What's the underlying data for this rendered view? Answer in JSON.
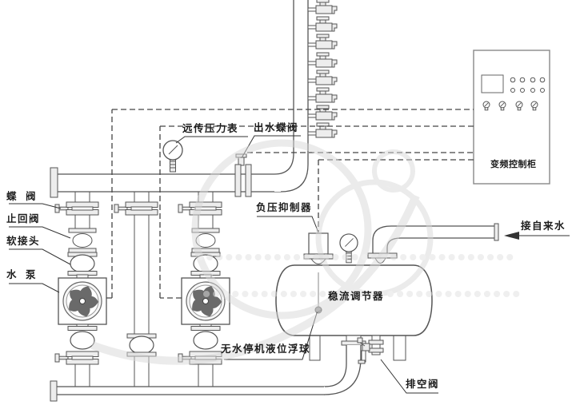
{
  "labels": {
    "remote_pressure_gauge": "远传压力表",
    "outlet_butterfly_valve": "出水蝶阀",
    "butterfly_valve": "蝶  阀",
    "check_valve": "止回阀",
    "soft_joint": "软接头",
    "water_pump": "水  泵",
    "negative_pressure_suppressor": "负压抑制器",
    "vfd_control_cabinet": "变频控制柜",
    "tap_water_inlet": "接自来水",
    "flow_stabilizer": "稳流调节器",
    "no_water_stop_float": "无水停机液位浮球",
    "drain_valve": "排空阀"
  },
  "colors": {
    "line": "#555555",
    "fitting_fill": "#ededed",
    "fan_blade": "#6a6a6a",
    "dashed_control_line": "#444444",
    "label_text": "#1d1d1d",
    "watermark": "#d8d8d8",
    "background": "#ffffff"
  }
}
